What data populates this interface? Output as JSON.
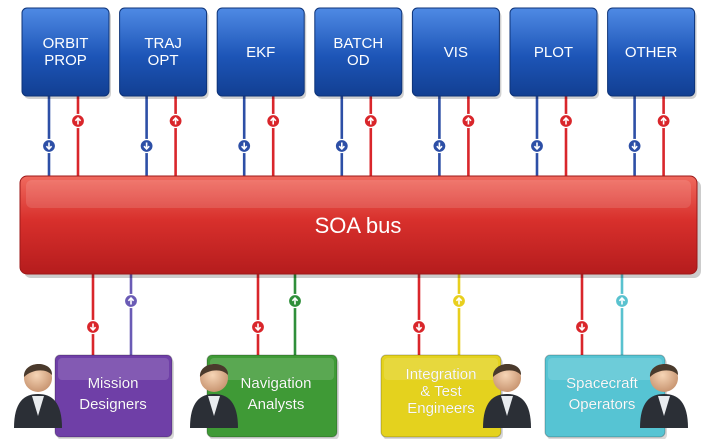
{
  "services": [
    {
      "id": "orbit-prop",
      "lines": [
        "ORBIT",
        "PROP"
      ]
    },
    {
      "id": "traj-opt",
      "lines": [
        "TRAJ",
        "OPT"
      ]
    },
    {
      "id": "ekf",
      "lines": [
        "EKF"
      ]
    },
    {
      "id": "batch-od",
      "lines": [
        "BATCH",
        "OD"
      ]
    },
    {
      "id": "vis",
      "lines": [
        "VIS"
      ]
    },
    {
      "id": "plot",
      "lines": [
        "PLOT"
      ]
    },
    {
      "id": "other",
      "lines": [
        "OTHER"
      ]
    }
  ],
  "bus": {
    "label": "SOA bus"
  },
  "users": [
    {
      "id": "mission-designers",
      "lines": [
        "Mission",
        "Designers"
      ],
      "color": "#6f3fa7",
      "arrow_color": "#6a5bb5"
    },
    {
      "id": "navigation-analysts",
      "lines": [
        "Navigation",
        "Analysts"
      ],
      "color": "#3f9a36",
      "arrow_color": "#2f8f3a"
    },
    {
      "id": "integration-test-engineers",
      "lines": [
        "Integration",
        "& Test",
        "Engineers"
      ],
      "color": "#e4d21e",
      "arrow_color": "#e8cf1e"
    },
    {
      "id": "spacecraft-operators",
      "lines": [
        "Spacecraft",
        "Operators"
      ],
      "color": "#56c4d3",
      "arrow_color": "#59c2cf"
    }
  ],
  "colors": {
    "service_box": "#1e56b8",
    "down_arrow": "#2d4fa6",
    "up_arrow": "#d9262b",
    "bus": "#d32a2a"
  },
  "icons": {
    "service_down": "arrow-down-icon",
    "service_up": "arrow-up-icon",
    "person": "person-icon"
  }
}
